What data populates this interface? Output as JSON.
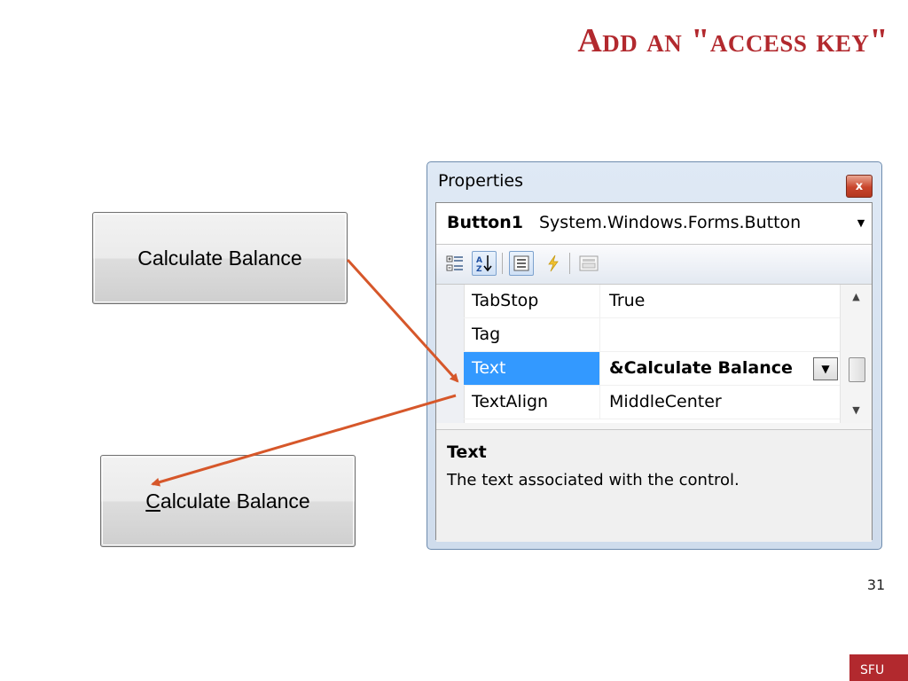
{
  "slide": {
    "title": "Add an \"access key\"",
    "page_number": "31",
    "logo_text": "SFU"
  },
  "buttons": {
    "before_label": "Calculate Balance",
    "after_access_letter": "C",
    "after_rest": "alculate Balance"
  },
  "properties": {
    "title": "Properties",
    "close_glyph": "x",
    "object_name": "Button1",
    "object_type": "System.Windows.Forms.Button",
    "rows": [
      {
        "name": "TabStop",
        "value": "True"
      },
      {
        "name": "Tag",
        "value": ""
      },
      {
        "name": "Text",
        "value": "&Calculate Balance"
      },
      {
        "name": "TextAlign",
        "value": "MiddleCenter"
      }
    ],
    "selected_row": "Text",
    "description_title": "Text",
    "description_text": "The text associated with the control."
  },
  "toolbar_icons": [
    "categorized-icon",
    "alphabetical-icon",
    "properties-icon",
    "events-icon",
    "property-pages-icon"
  ],
  "colors": {
    "title_red": "#b2292e",
    "arrow": "#d6572a",
    "selection": "#3399ff"
  }
}
